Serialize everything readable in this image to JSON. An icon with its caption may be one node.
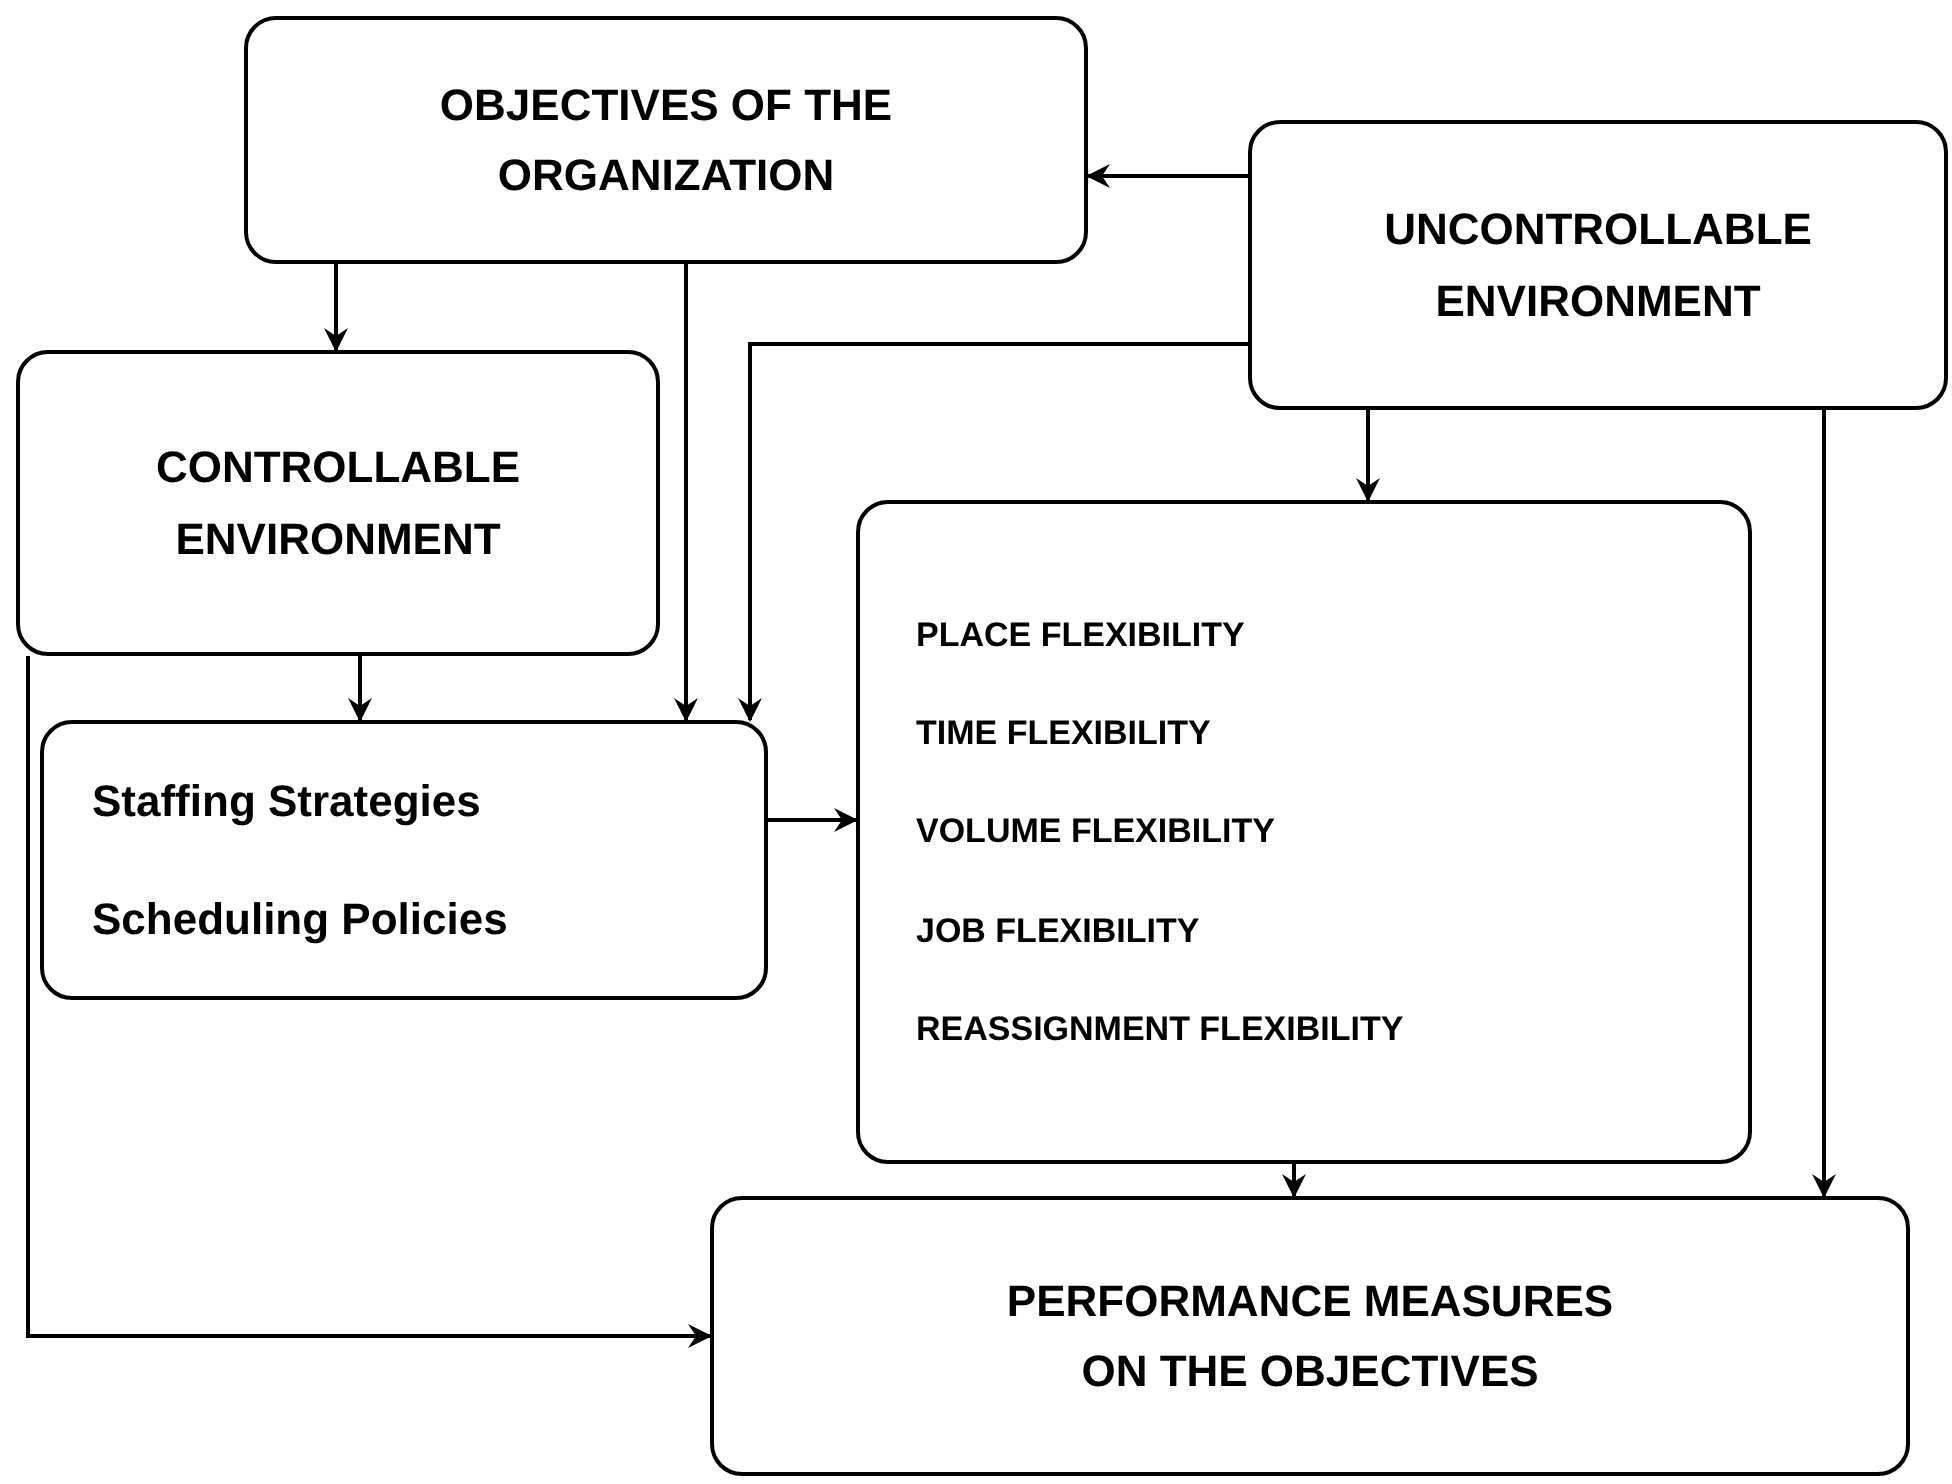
{
  "diagram": {
    "nodes": [
      {
        "text": [
          "OBJECTIVES OF THE ORGANIZATION"
        ]
      },
      {
        "text": [
          "UNCONTROLLABLE ENVIRONMENT"
        ]
      },
      {
        "text": [
          "CONTROLLABLE ENVIRONMENT"
        ]
      },
      {
        "text": [
          "Staffing Strategies",
          "Scheduling Policies"
        ]
      },
      {
        "text": [
          "PLACE FLEXIBILITY",
          "TIME FLEXIBILITY",
          "VOLUME FLEXIBILITY",
          "JOB FLEXIBILITY",
          "REASSIGNMENT FLEXIBILITY"
        ]
      },
      {
        "text": [
          "PERFORMANCE MEASURES ON THE OBJECTIVES"
        ]
      }
    ],
    "edges": [
      {
        "from": 1,
        "to": 0,
        "arrow": "to"
      },
      {
        "from": 0,
        "to": 2,
        "arrow": "to"
      },
      {
        "from": 0,
        "to": 3,
        "arrow": "to"
      },
      {
        "from": 1,
        "to": 3,
        "arrow": "to"
      },
      {
        "from": 1,
        "to": 4,
        "arrow": "to"
      },
      {
        "from": 1,
        "to": 5,
        "arrow": "to"
      },
      {
        "from": 2,
        "to": 3,
        "arrow": "to"
      },
      {
        "from": 3,
        "to": 4,
        "arrow": "to"
      },
      {
        "from": 4,
        "to": 5,
        "arrow": "to"
      },
      {
        "from": 2,
        "to": 5,
        "arrow": "to"
      }
    ]
  }
}
